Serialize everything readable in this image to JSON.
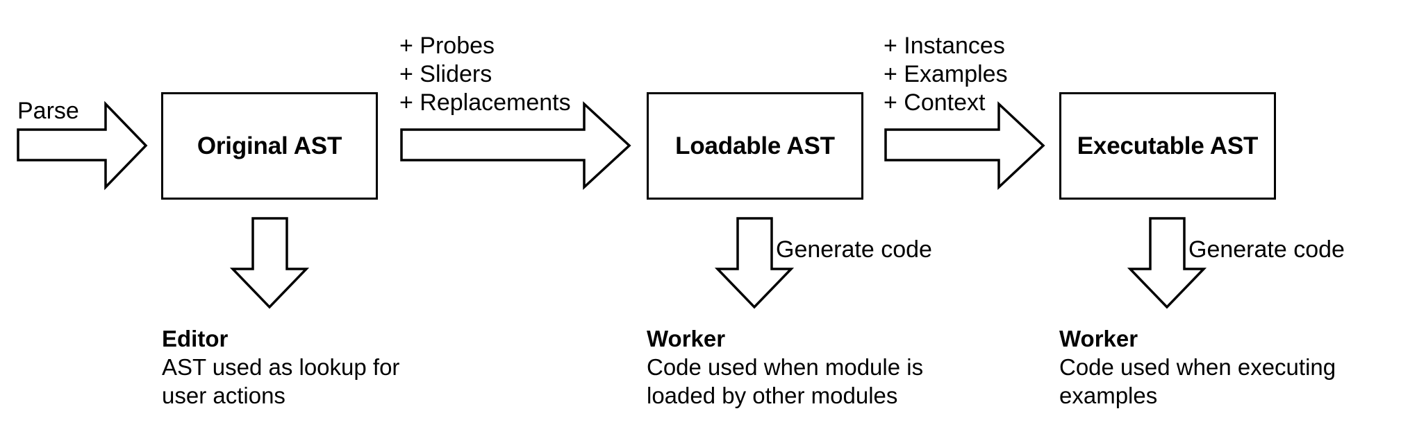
{
  "diagram": {
    "title": "AST pipeline diagram",
    "stroke_color": "#000000",
    "fill_color": "#ffffff",
    "background": "#ffffff",
    "nodes": [
      {
        "id": "original-ast",
        "label": "Original AST"
      },
      {
        "id": "loadable-ast",
        "label": "Loadable AST"
      },
      {
        "id": "executable-ast",
        "label": "Executable AST"
      }
    ],
    "flow_arrows": [
      {
        "id": "parse-arrow",
        "icon": "right-arrow-icon",
        "label": "Parse",
        "label_lines": [
          "Parse"
        ]
      },
      {
        "id": "original-to-loadable-arrow",
        "icon": "right-arrow-icon",
        "label": "+ Probes + Sliders + Replacements",
        "label_lines": [
          "+ Probes",
          "+ Sliders",
          "+ Replacements"
        ]
      },
      {
        "id": "loadable-to-executable-arrow",
        "icon": "right-arrow-icon",
        "label": "+ Instances + Examples + Context",
        "label_lines": [
          "+ Instances",
          "+ Examples",
          "+ Context"
        ]
      }
    ],
    "down_arrows": [
      {
        "id": "editor-arrow",
        "icon": "down-arrow-icon",
        "label": ""
      },
      {
        "id": "worker-loadable-arrow",
        "icon": "down-arrow-icon",
        "label": "Generate code"
      },
      {
        "id": "worker-executable-arrow",
        "icon": "down-arrow-icon",
        "label": "Generate code"
      }
    ],
    "captions": [
      {
        "id": "editor-caption",
        "title": "Editor",
        "body_lines": [
          "AST used as lookup for",
          "user actions"
        ]
      },
      {
        "id": "worker-loadable-caption",
        "title": "Worker",
        "body_lines": [
          "Code used when module is",
          "loaded by other modules"
        ]
      },
      {
        "id": "worker-executable-caption",
        "title": "Worker",
        "body_lines": [
          "Code used when executing",
          "examples"
        ]
      }
    ]
  }
}
